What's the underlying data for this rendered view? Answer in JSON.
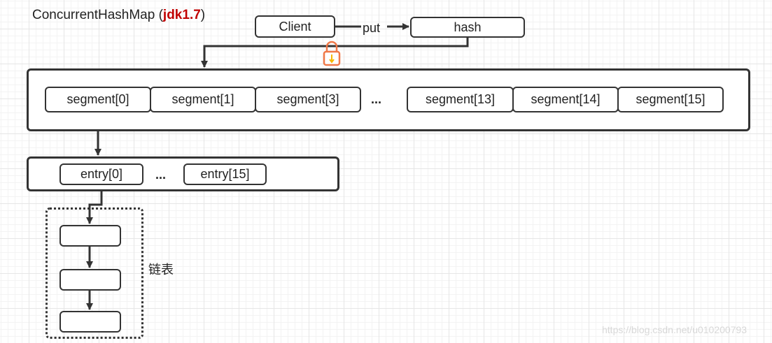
{
  "title": {
    "prefix": "ConcurrentHashMap (",
    "highlight": "jdk1.7",
    "suffix": ")"
  },
  "client": {
    "label": "Client"
  },
  "put_label": "put",
  "hash": {
    "label": "hash"
  },
  "segments": [
    "segment[0]",
    "segment[1]",
    "segment[3]",
    "...",
    "segment[13]",
    "segment[14]",
    "segment[15]"
  ],
  "entries": [
    "entry[0]",
    "...",
    "entry[15]"
  ],
  "linked_list_label": "链表",
  "watermark": "https://blog.csdn.net/u010200793",
  "colors": {
    "stroke": "#333333",
    "title_highlight": "#c00000",
    "lock": "#f07848",
    "lock_key": "#f5b800"
  },
  "icons": {
    "lock": "lock-icon"
  }
}
